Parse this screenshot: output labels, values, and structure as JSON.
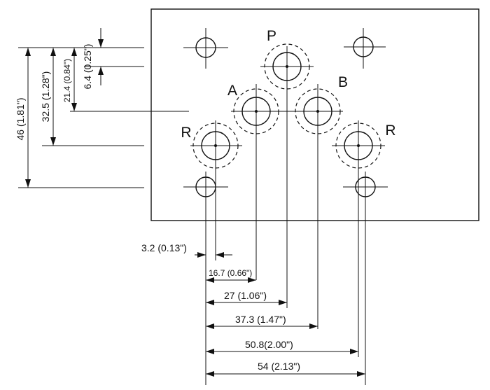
{
  "ports": {
    "p": "P",
    "a": "A",
    "b": "B",
    "r_left": "R",
    "r_right": "R"
  },
  "vertical_dims": {
    "d46": "46 (1.81\")",
    "d32_5": "32.5 (1.28\")",
    "d21_4": "21.4 (0.84\")",
    "d6_4": "6.4 (0.25\")"
  },
  "horizontal_dims": {
    "d3_2": "3.2 (0.13\")",
    "d16_7": "16.7 (0.66\")",
    "d27": "27 (1.06\")",
    "d37_3": "37.3 (1.47\")",
    "d50_8": "50.8(2.00\")",
    "d54": "54 (2.13\")"
  }
}
